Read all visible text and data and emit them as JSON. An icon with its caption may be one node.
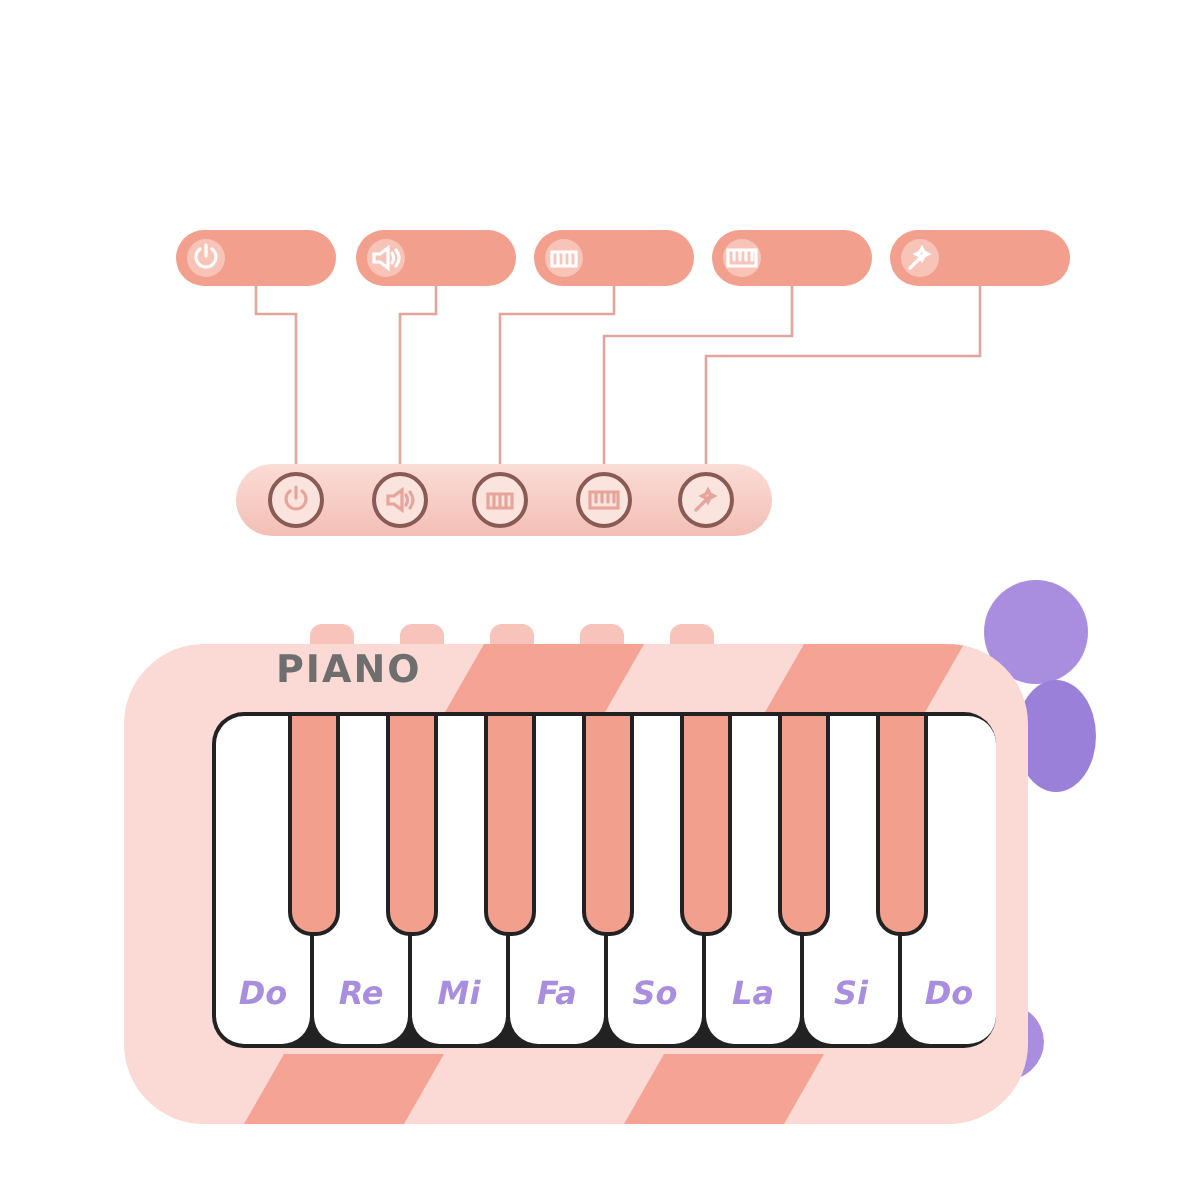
{
  "diagram": {
    "nodes": [
      {
        "text": [],
        "shape": "box"
      },
      {
        "text": [],
        "shape": "box"
      },
      {
        "text": [],
        "shape": "box"
      },
      {
        "text": [],
        "shape": "box"
      },
      {
        "text": [],
        "shape": "box"
      },
      {
        "text": [],
        "shape": "bar"
      },
      {
        "text": [],
        "shape": "circle",
        "in": 5
      },
      {
        "text": [],
        "shape": "circle",
        "in": 5
      },
      {
        "text": [],
        "shape": "circle",
        "in": 5
      },
      {
        "text": [],
        "shape": "circle",
        "in": 5
      },
      {
        "text": [],
        "shape": "circle",
        "in": 5
      },
      {
        "text": [
          "PIANO"
        ]
      },
      {
        "text": [
          "Do"
        ],
        "in": 11
      },
      {
        "text": [
          "Re"
        ],
        "in": 11
      },
      {
        "text": [
          "Mi"
        ],
        "in": 11
      },
      {
        "text": [
          "Fa"
        ],
        "in": 11
      },
      {
        "text": [
          "So"
        ],
        "in": 11
      },
      {
        "text": [
          "La"
        ],
        "in": 11
      },
      {
        "text": [
          "Si"
        ],
        "in": 11
      },
      {
        "text": [
          "Do"
        ],
        "in": 11
      },
      {
        "text": [],
        "shape": "bar",
        "in": 11
      },
      {
        "text": [],
        "shape": "bar",
        "in": 11
      },
      {
        "text": [],
        "shape": "bar",
        "in": 11
      },
      {
        "text": [],
        "shape": "bar",
        "in": 11
      },
      {
        "text": [],
        "shape": "bar",
        "in": 11
      },
      {
        "text": [],
        "shape": "bar",
        "in": 11
      },
      {
        "text": [],
        "shape": "bar",
        "in": 11
      }
    ],
    "edges": [
      {
        "from": 0,
        "to": 6,
        "arrow": "none"
      },
      {
        "from": 1,
        "to": 7,
        "arrow": "none"
      },
      {
        "from": 2,
        "to": 8,
        "arrow": "none"
      },
      {
        "from": 3,
        "to": 9,
        "arrow": "none"
      },
      {
        "from": 4,
        "to": 10,
        "arrow": "none"
      }
    ]
  }
}
